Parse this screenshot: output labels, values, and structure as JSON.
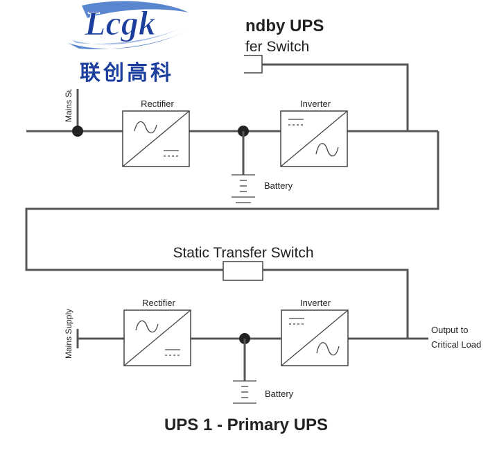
{
  "logo": {
    "brand": "Lcgk",
    "cn": "联创高科",
    "brand_color": "#1c3e9c",
    "cn_color": "#1c3e9c"
  },
  "top_ups": {
    "title": "ndby UPS",
    "switch_label": "fer Switch",
    "mains_label": "Mains Supp",
    "rectifier_label": "Rectifier",
    "inverter_label": "Inverter",
    "battery_label": "Battery"
  },
  "bottom_ups": {
    "switch_label": "Static Transfer Switch",
    "mains_label": "Mains Supply",
    "rectifier_label": "Rectifier",
    "inverter_label": "Inverter",
    "battery_label": "Battery",
    "output_line1": "Output to",
    "output_line2": "Critical Load",
    "title": "UPS 1 - Primary UPS"
  }
}
